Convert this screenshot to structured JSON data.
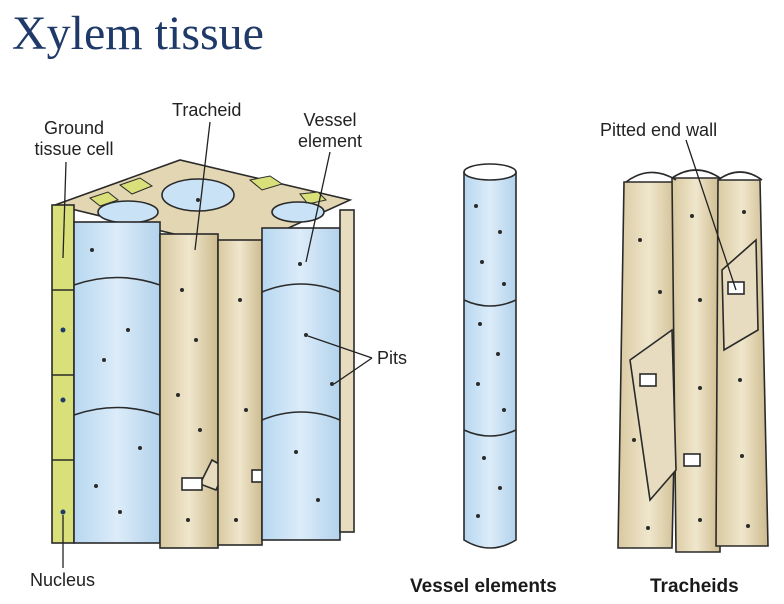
{
  "title": "Xylem tissue",
  "labels": {
    "ground_tissue_cell": "Ground\ntissue cell",
    "tracheid": "Tracheid",
    "vessel_element": "Vessel\nelement",
    "pits": "Pits",
    "nucleus": "Nucleus",
    "pitted_end_wall": "Pitted end wall"
  },
  "captions": {
    "vessel_elements": "Vessel elements",
    "tracheids": "Tracheids"
  },
  "colors": {
    "title": "#1f3a68",
    "vessel_fill": "#c9e2f5",
    "tracheid_fill": "#e7dcc0",
    "ground_fill": "#d9e07a",
    "outline": "#2a2a2a"
  }
}
